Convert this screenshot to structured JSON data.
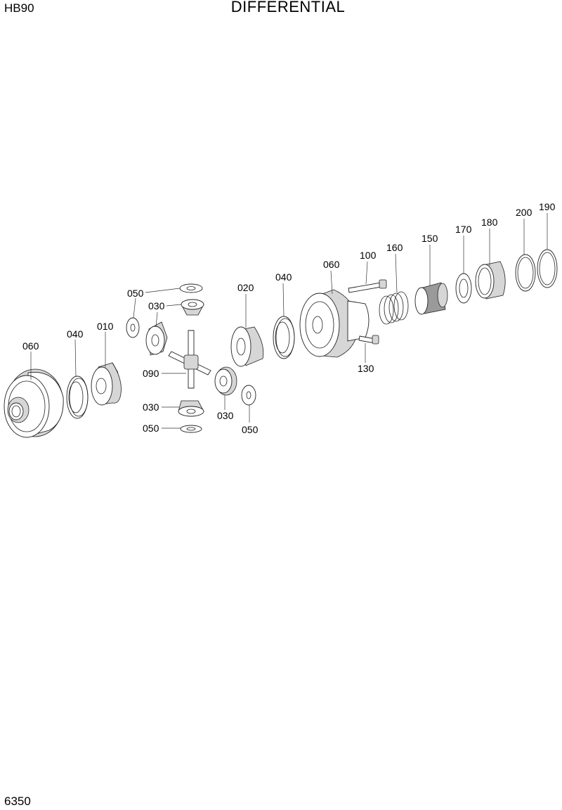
{
  "header": {
    "model": "HB90",
    "title": "DIFFERENTIAL"
  },
  "footer": {
    "page_number": "6350"
  },
  "callouts": {
    "c060_left": "060",
    "c040_left": "040",
    "c010": "010",
    "c050_top": "050",
    "c030_top": "030",
    "c090": "090",
    "c030_bl": "030",
    "c050_bl": "050",
    "c030_br": "030",
    "c050_br": "050",
    "c020": "020",
    "c040_mid": "040",
    "c060_mid": "060",
    "c100": "100",
    "c130": "130",
    "c160": "160",
    "c150": "150",
    "c170": "170",
    "c180": "180",
    "c200": "200",
    "c190": "190"
  }
}
